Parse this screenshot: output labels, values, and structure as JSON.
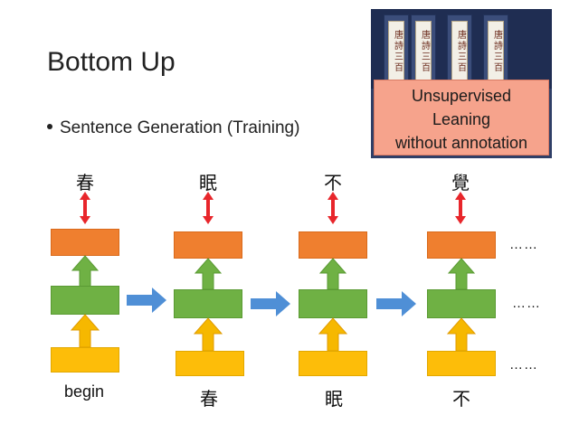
{
  "slide": {
    "title": "Bottom Up",
    "bullet": "Sentence Generation (Training)"
  },
  "callout": {
    "line1": "Unsupervised",
    "line2": "Leaning",
    "line3": "without annotation"
  },
  "book_image": {
    "spine_labels": [
      "唐詩三百",
      "唐詩三百",
      "唐詩三百",
      "唐詩三百"
    ]
  },
  "diagram": {
    "outputs": [
      "春",
      "眠",
      "不",
      "覺"
    ],
    "inputs": [
      "begin",
      "春",
      "眠",
      "不"
    ],
    "continuation": [
      "……",
      "……",
      "……"
    ],
    "colors": {
      "output_layer": "#ef7f2f",
      "hidden_layer": "#6fb144",
      "input_layer": "#fdbd09",
      "up_arrow_orange": "#f6b800",
      "up_arrow_green": "#6fb144",
      "recurrent_arrow": "#4f8fd6",
      "loss_arrow": "#e8262b"
    }
  }
}
